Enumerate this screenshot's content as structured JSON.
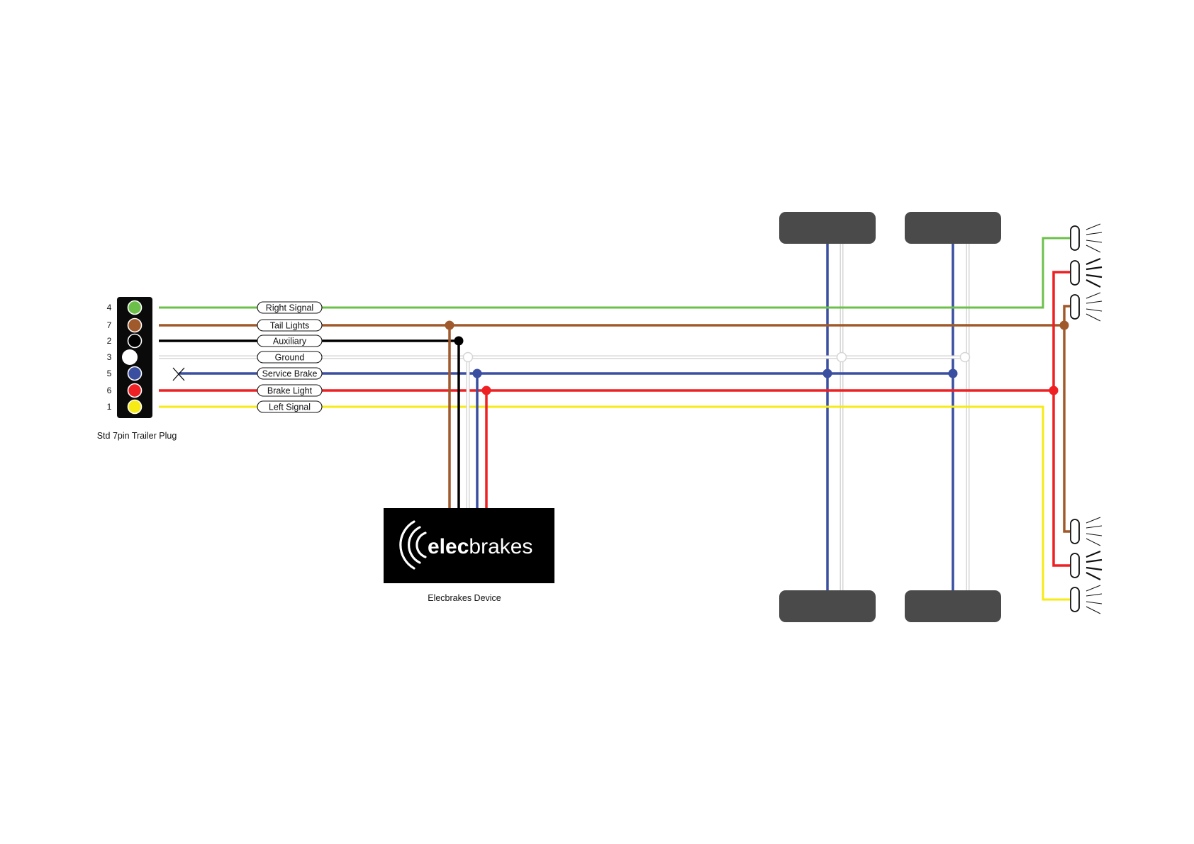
{
  "plug": {
    "caption": "Std 7pin Trailer Plug",
    "pins": [
      {
        "number": "4",
        "label": "Right Signal",
        "color": "#6cc04a"
      },
      {
        "number": "7",
        "label": "Tail Lights",
        "color": "#a0592a"
      },
      {
        "number": "2",
        "label": "Auxiliary",
        "color": "#000000"
      },
      {
        "number": "3",
        "label": "Ground",
        "color": "#ffffff"
      },
      {
        "number": "5",
        "label": "Service Brake",
        "color": "#3a4fa0"
      },
      {
        "number": "6",
        "label": "Brake Light",
        "color": "#ee2024"
      },
      {
        "number": "1",
        "label": "Left Signal",
        "color": "#f6eb14"
      }
    ]
  },
  "device": {
    "caption": "Elecbrakes Device",
    "logo_bold": "elec",
    "logo_light": "brakes"
  },
  "colors": {
    "ground_wire": "#d4d4d4",
    "wheel": "#4a4a4a",
    "device_body": "#000000"
  }
}
